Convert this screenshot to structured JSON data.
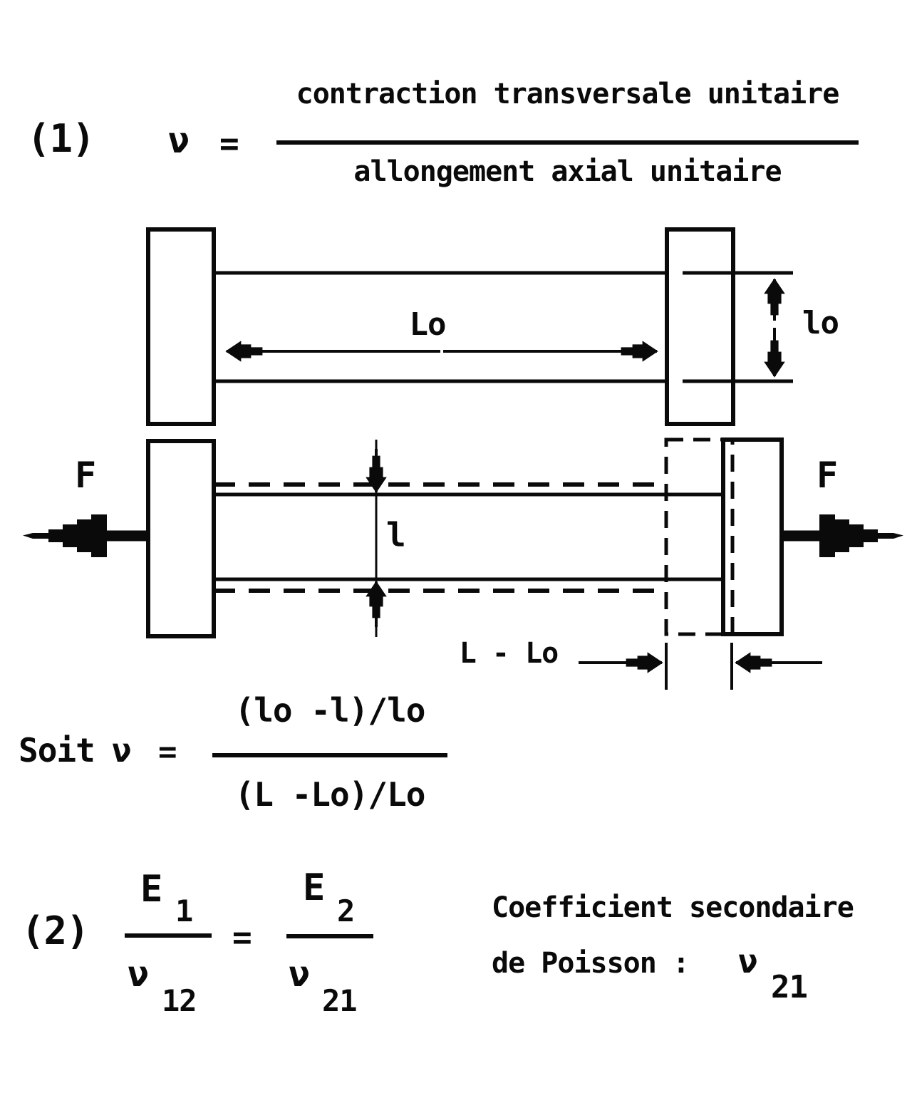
{
  "colors": {
    "ink": "#0a0a0a",
    "background": "#ffffff"
  },
  "eq1": {
    "label": "(1)",
    "symbol": "ν",
    "equals": "=",
    "numerator": "contraction transversale unitaire",
    "denominator": "allongement axial unitaire"
  },
  "diagram_top": {
    "length_label": "Lo",
    "thickness_label": "lo"
  },
  "diagram_bottom": {
    "force_left": "F",
    "force_right": "F",
    "thickness_label": "l",
    "elongation_label": "L - Lo"
  },
  "eq_soit": {
    "intro": "Soit",
    "symbol": "ν",
    "equals": "=",
    "numerator": "(lo -l)/lo",
    "denominator": "(L -Lo)/Lo"
  },
  "eq2": {
    "label": "(2)",
    "left_num_base": "E",
    "left_num_sub": "1",
    "left_den_base": "ν",
    "left_den_sub": "12",
    "equals": "=",
    "right_num_base": "E",
    "right_num_sub": "2",
    "right_den_base": "ν",
    "right_den_sub": "21"
  },
  "note": {
    "line1": "Coefficient secondaire",
    "line2": "de Poisson :",
    "symbol": "ν",
    "sub": "21"
  }
}
